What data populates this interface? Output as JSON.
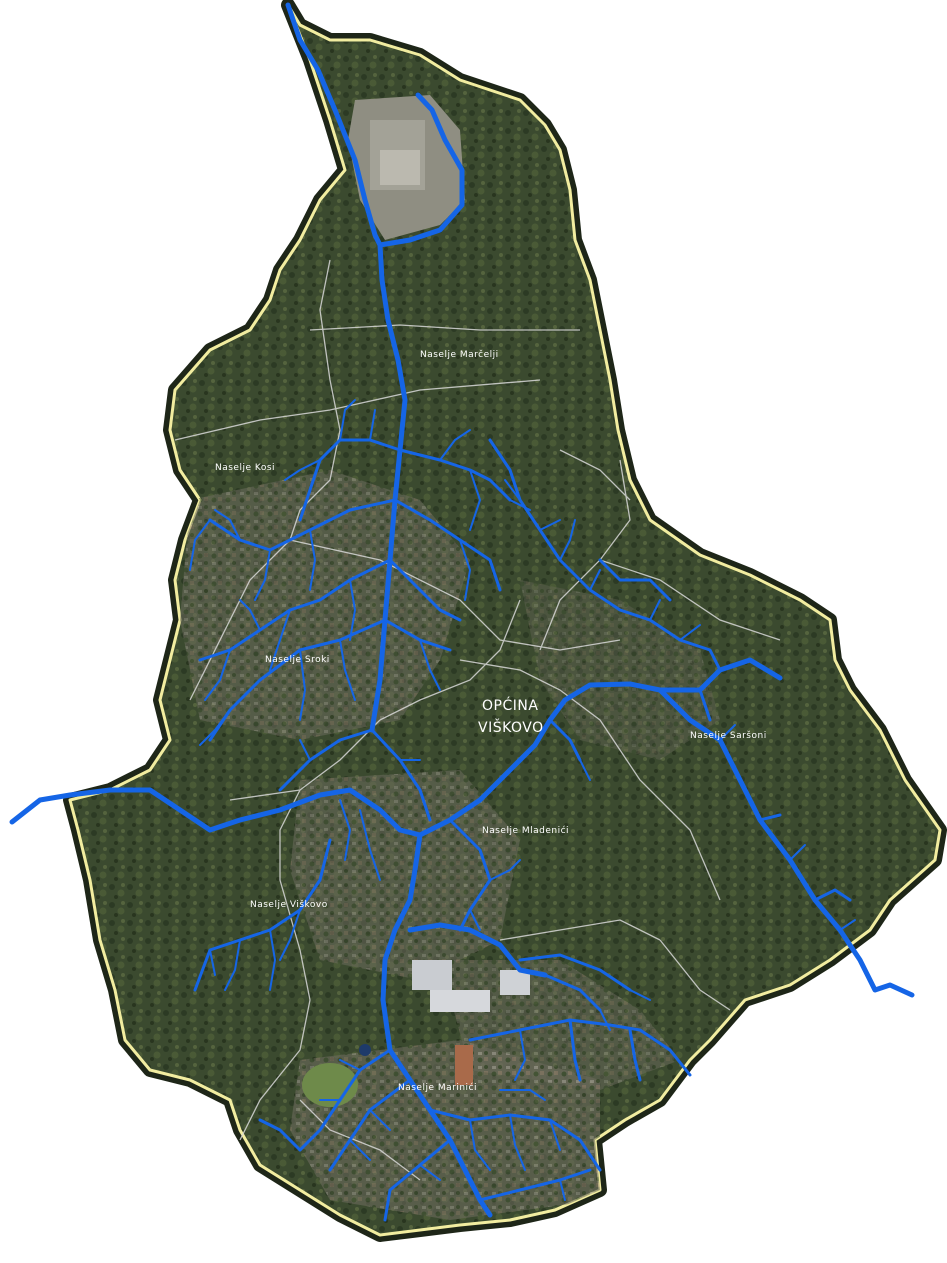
{
  "map": {
    "municipality_line1": "OPĆINA",
    "municipality_line2": "VIŠKOVO",
    "settlements": {
      "marceiji": "Naselje Marčelji",
      "kosi": "Naselje Kosi",
      "sroki": "Naselje Sroki",
      "saroni": "Naselje Saršoni",
      "mladenici": "Naselje Mladenići",
      "viskovo": "Naselje Viškovo",
      "marinici": "Naselje Marinići"
    },
    "colors": {
      "terrain": "#3a4a2e",
      "boundary": "#f2eda0",
      "outline": "#1e2618",
      "network": "#1565e6",
      "settlement_borders": "#d8d8d8"
    }
  }
}
